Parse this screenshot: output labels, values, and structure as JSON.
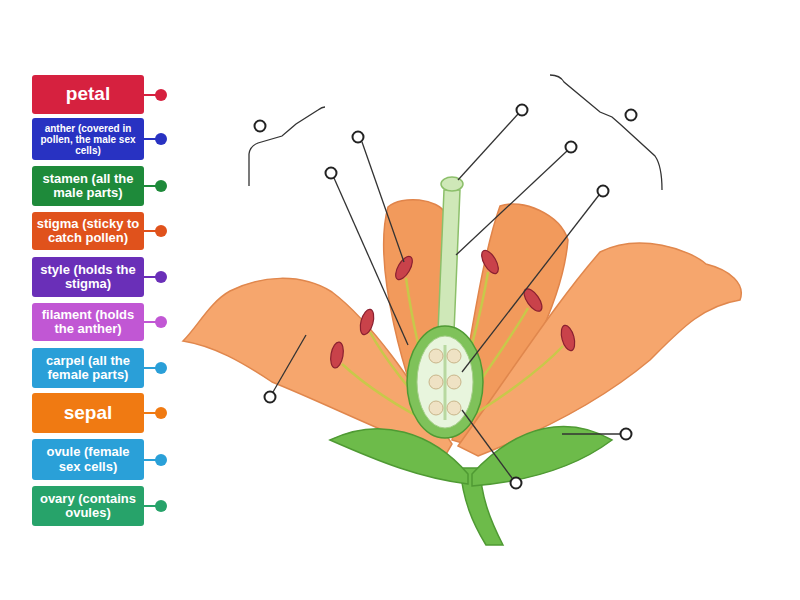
{
  "diagram": {
    "nodes": [
      {
        "text": [
          "petal"
        ]
      },
      {
        "text": [
          "anther (covered in pollen, the male sex cells)"
        ]
      },
      {
        "text": [
          "stamen (all the male parts)"
        ]
      },
      {
        "text": [
          "stigma (sticky to catch pollen)"
        ]
      },
      {
        "text": [
          "style (holds the stigma)"
        ]
      },
      {
        "text": [
          "filament (holds the anther)"
        ]
      },
      {
        "text": [
          "carpel (all the female parts)"
        ]
      },
      {
        "text": [
          "sepal"
        ]
      },
      {
        "text": [
          "ovule (female sex cells)"
        ]
      },
      {
        "text": [
          "ovary (contains ovules)"
        ]
      }
    ]
  }
}
